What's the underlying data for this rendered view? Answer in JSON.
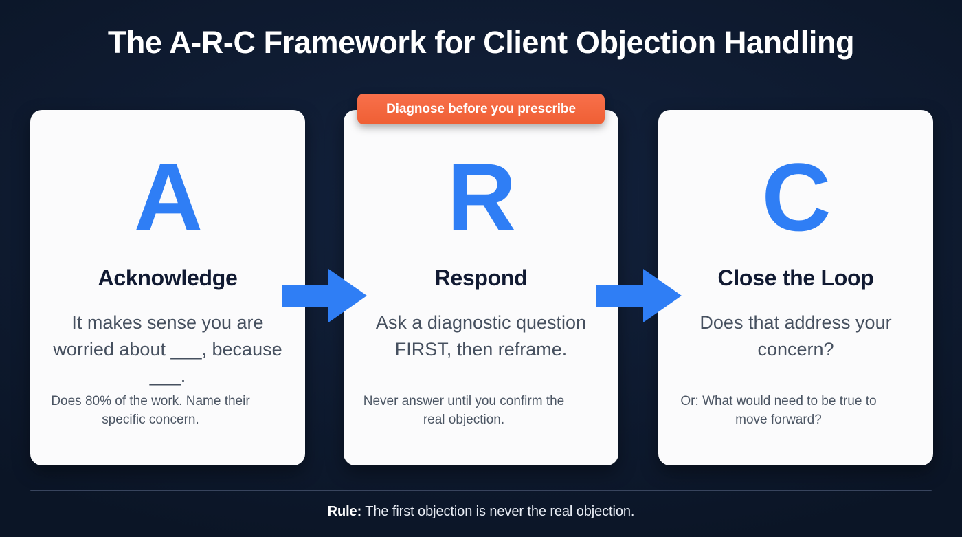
{
  "title": "The A-R-C Framework for Client Objection Handling",
  "badge": {
    "label": "Diagnose before you prescribe"
  },
  "cards": [
    {
      "letter": "A",
      "heading": "Acknowledge",
      "body": "It makes sense you are worried about ___, because ___.",
      "note": "Does 80% of the work. Name their specific concern."
    },
    {
      "letter": "R",
      "heading": "Respond",
      "body": "Ask a diagnostic question FIRST, then reframe.",
      "note": "Never answer until you confirm the real objection."
    },
    {
      "letter": "C",
      "heading": "Close the Loop",
      "body": "Does that address your concern?",
      "note": "Or: What would need to be true to move forward?"
    }
  ],
  "arrows": [
    {
      "name": "arrow-acknowledge-to-respond",
      "direction": "right"
    },
    {
      "name": "arrow-respond-to-close",
      "direction": "right"
    }
  ],
  "footer": {
    "prefix": "Rule:",
    "text": "The first objection is never the real objection."
  },
  "colors": {
    "background": "#0e1a2f",
    "card": "#fbfbfc",
    "accent_blue": "#2f7ef5",
    "accent_orange": "#ef5f34",
    "heading": "#111a32",
    "body_text": "#46505f",
    "divider": "#39455e"
  }
}
